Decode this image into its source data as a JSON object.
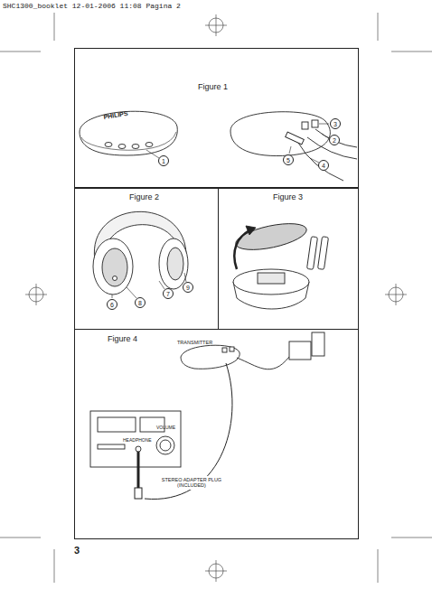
{
  "diagram": {
    "nodes": [
      {
        "text": [
          "Figure 1"
        ]
      },
      {
        "text": [
          "1"
        ],
        "in": 0
      },
      {
        "text": [
          "3"
        ],
        "in": 0
      },
      {
        "text": [
          "2"
        ],
        "in": 0
      },
      {
        "text": [
          "5"
        ],
        "in": 0
      },
      {
        "text": [
          "4"
        ],
        "in": 0
      },
      {
        "text": [
          "Figure 2"
        ]
      },
      {
        "text": [
          "9"
        ],
        "in": 6
      },
      {
        "text": [
          "7"
        ],
        "in": 6
      },
      {
        "text": [
          "8"
        ],
        "in": 6
      },
      {
        "text": [
          "6"
        ],
        "in": 6
      },
      {
        "text": [
          "Figure 3"
        ]
      },
      {
        "text": [
          "Figure 4"
        ]
      }
    ],
    "labels": [
      "SHC1300_booklet 12-01-2006 11:08 Pagina 2",
      "PHILIPS",
      "TRANSMITTER",
      "VOLUME",
      "HEADPHONE",
      "STEREO ADAPTER PLUG (INCLUDED)",
      "3"
    ]
  }
}
